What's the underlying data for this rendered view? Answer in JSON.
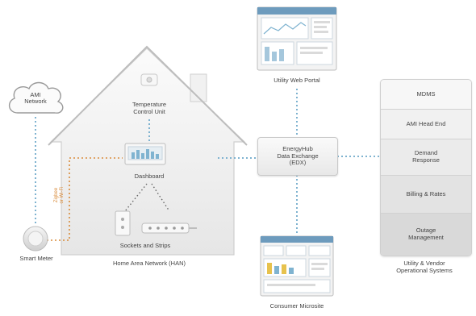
{
  "cloud": {
    "line1": "AMI",
    "line2": "Network"
  },
  "smart_meter": {
    "label": "Smart Meter"
  },
  "meter_link": {
    "line1": "Zigbee",
    "line2": "or Wi-Fi"
  },
  "house": {
    "temperature": {
      "line1": "Temperature",
      "line2": "Control Unit"
    },
    "dashboard": "Dashboard",
    "sockets": "Sockets and Strips",
    "label": "Home Area Network (HAN)"
  },
  "edx": {
    "line1": "EnergyHub",
    "line2": "Data Exchange",
    "line3": "(EDX)"
  },
  "web_portal": {
    "label": "Utility Web Portal"
  },
  "microsite": {
    "label": "Consumer Microsite"
  },
  "systems": {
    "items": [
      {
        "line1": "MDMS",
        "line2": ""
      },
      {
        "line1": "AMI Head End",
        "line2": ""
      },
      {
        "line1": "Demand",
        "line2": "Response"
      },
      {
        "line1": "Billing & Rates",
        "line2": ""
      },
      {
        "line1": "Outage",
        "line2": "Management"
      }
    ],
    "label_line1": "Utility & Vendor",
    "label_line2": "Operational Systems"
  },
  "colors": {
    "connector_blue": "#7fb3d0",
    "connector_orange": "#d98b3a",
    "house_fill": "#eeeeee",
    "house_stroke": "#cfcfcf"
  }
}
